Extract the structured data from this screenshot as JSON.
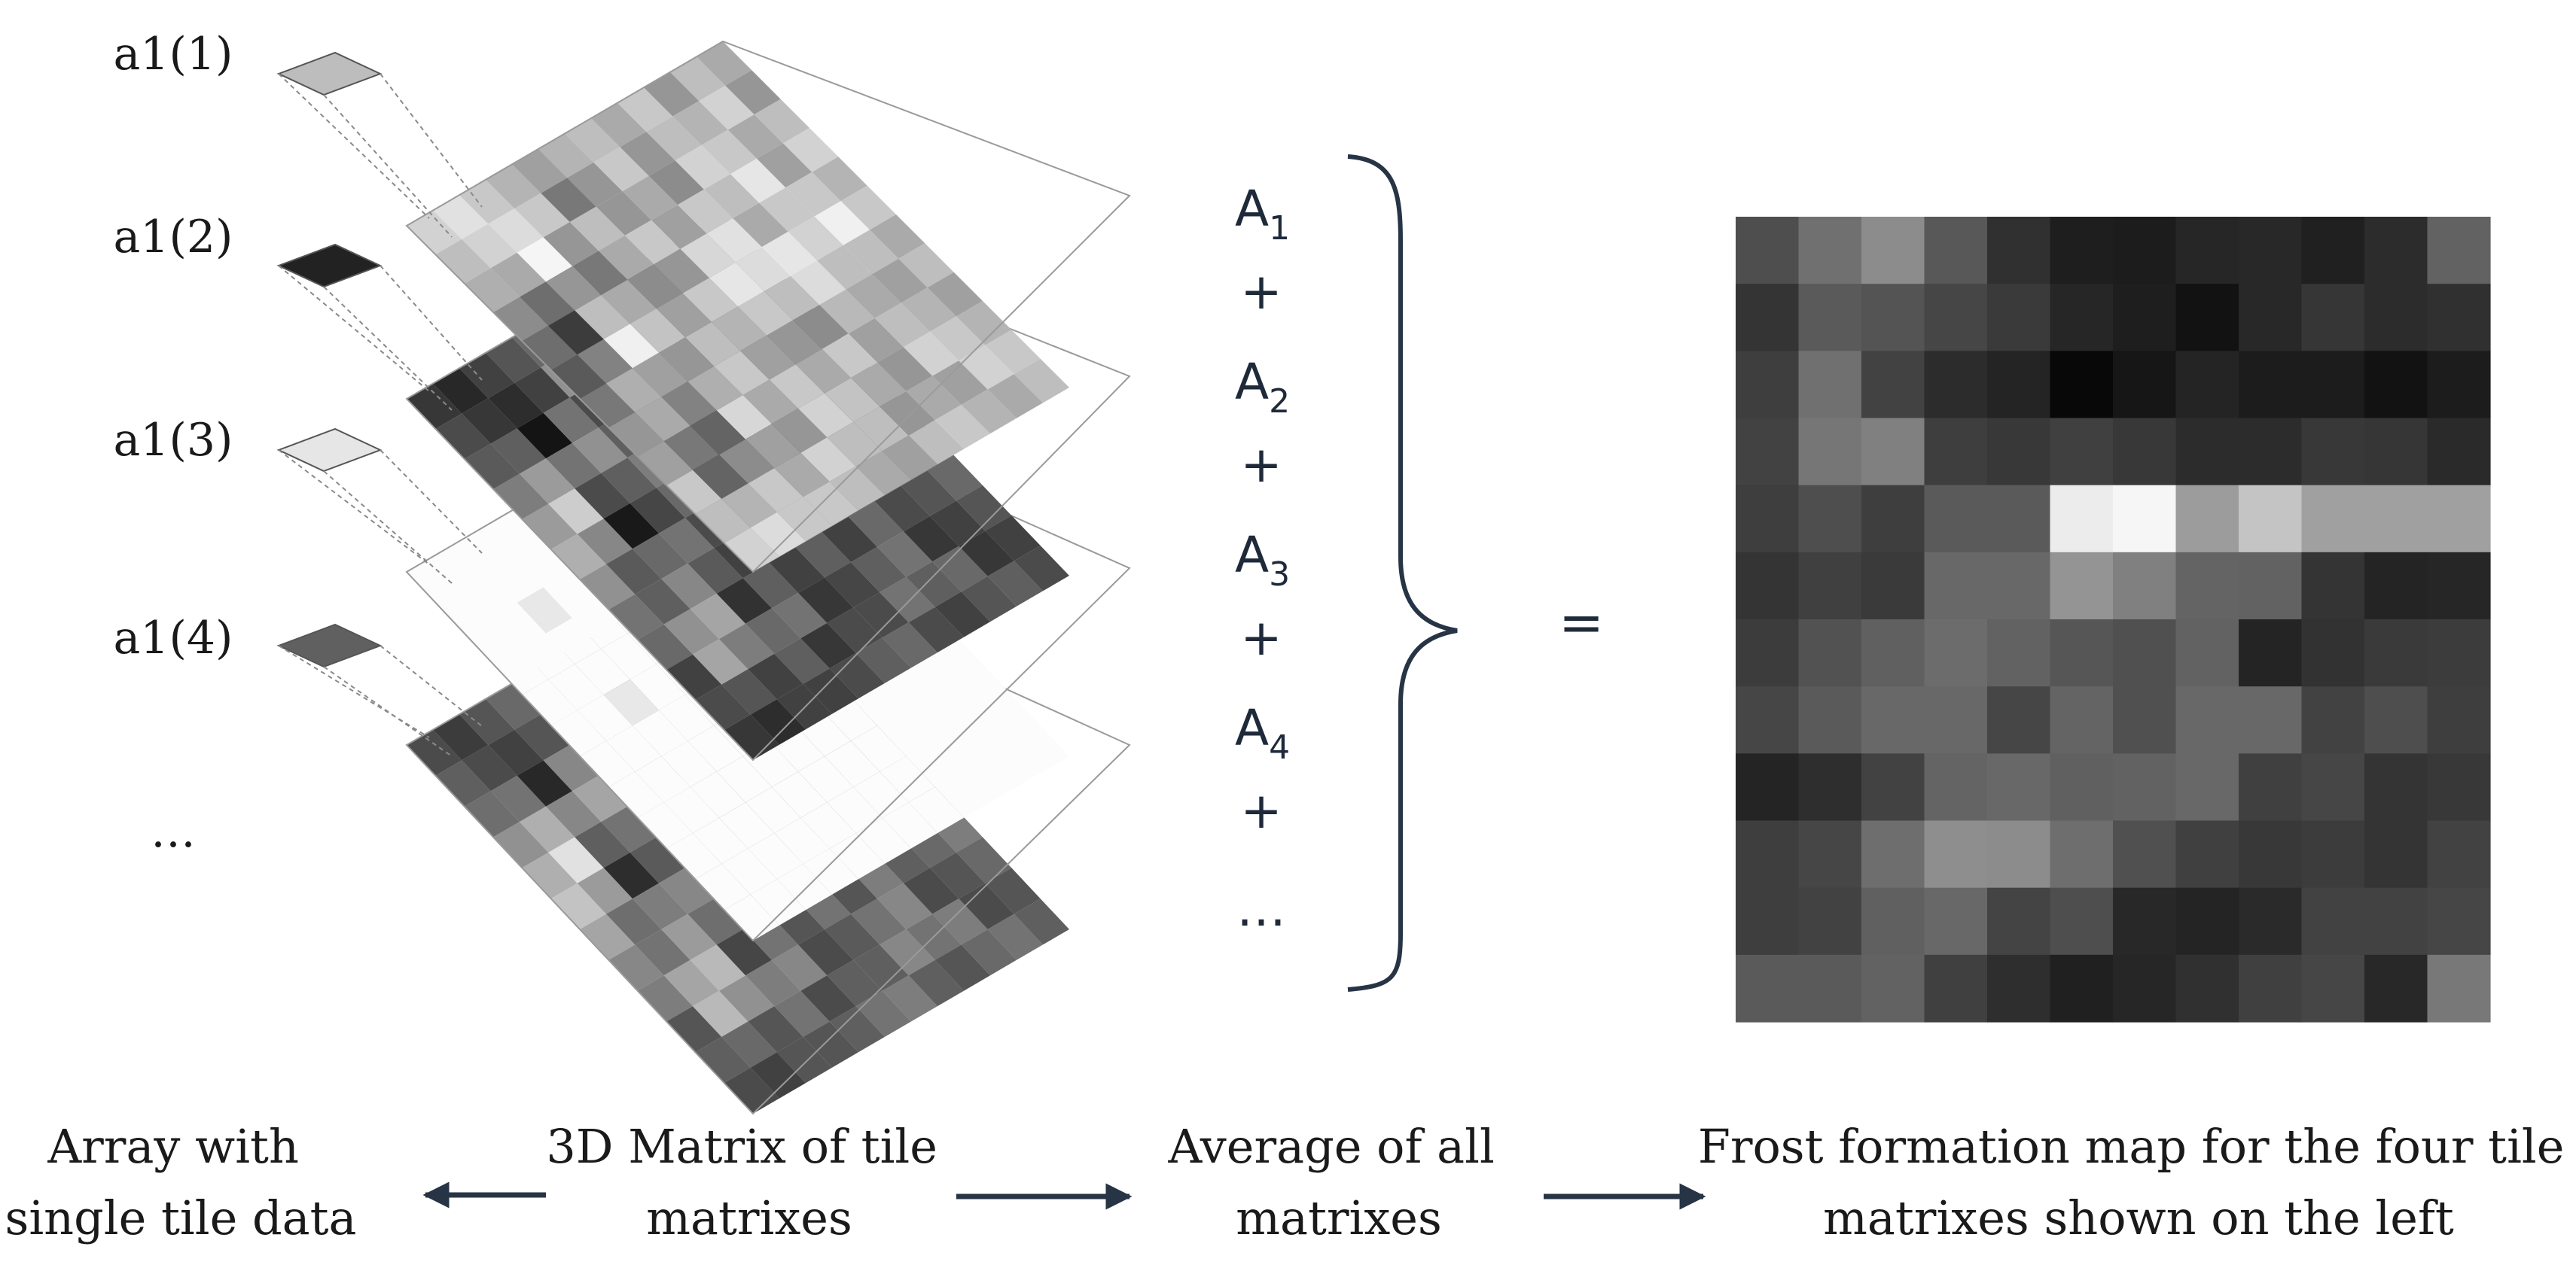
{
  "diagram": {
    "tile_labels": [
      "a1(1)",
      "a1(2)",
      "a1(3)",
      "a1(4)",
      "…"
    ],
    "sum_terms": [
      {
        "base": "A",
        "sub": "1"
      },
      {
        "base": "A",
        "sub": "2"
      },
      {
        "base": "A",
        "sub": "3"
      },
      {
        "base": "A",
        "sub": "4"
      }
    ],
    "plus_sign": "+",
    "sum_ellipsis": "…",
    "equals_sign": "=",
    "captions": {
      "array": [
        "Array with",
        "single tile data"
      ],
      "matrix3d": [
        "3D Matrix of tile",
        "matrixes"
      ],
      "average": [
        "Average of all",
        "matrixes"
      ],
      "frost_map": [
        "Frost formation map for the four tile",
        "matrixes shown on the left"
      ]
    },
    "arrow_color": "#263445",
    "layer_grid": [
      [
        210,
        190,
        175,
        140,
        110,
        90,
        120,
        150,
        160,
        200,
        190,
        210
      ],
      [
        225,
        210,
        170,
        110,
        60,
        130,
        175,
        170,
        120,
        100,
        180,
        220
      ],
      [
        200,
        220,
        245,
        150,
        190,
        240,
        160,
        130,
        100,
        140,
        200,
        200
      ],
      [
        180,
        200,
        150,
        120,
        170,
        195,
        150,
        175,
        215,
        160,
        170,
        200
      ],
      [
        160,
        120,
        190,
        170,
        140,
        160,
        190,
        200,
        170,
        150,
        210,
        190
      ],
      [
        180,
        150,
        150,
        200,
        150,
        200,
        180,
        160,
        200,
        210,
        190,
        170
      ],
      [
        190,
        200,
        170,
        160,
        215,
        230,
        200,
        150,
        170,
        195,
        190,
        160
      ],
      [
        170,
        150,
        140,
        200,
        225,
        220,
        190,
        140,
        200,
        170,
        150,
        190
      ],
      [
        200,
        190,
        210,
        190,
        170,
        230,
        220,
        185,
        160,
        150,
        170,
        200
      ],
      [
        150,
        180,
        200,
        230,
        200,
        210,
        190,
        170,
        190,
        210,
        160,
        180
      ],
      [
        190,
        210,
        170,
        160,
        200,
        240,
        190,
        160,
        180,
        200,
        210,
        170
      ],
      [
        170,
        150,
        190,
        210,
        180,
        200,
        170,
        190,
        160,
        180,
        200,
        190
      ]
    ],
    "frost_map_grid": [
      [
        78,
        112,
        140,
        88,
        48,
        30,
        28,
        38,
        40,
        32,
        44,
        98
      ],
      [
        52,
        90,
        84,
        70,
        58,
        38,
        30,
        18,
        40,
        54,
        44,
        48
      ],
      [
        62,
        112,
        66,
        44,
        36,
        8,
        22,
        36,
        28,
        28,
        18,
        28
      ],
      [
        66,
        118,
        128,
        62,
        56,
        64,
        56,
        44,
        44,
        56,
        54,
        42
      ],
      [
        62,
        78,
        62,
        90,
        90,
        236,
        246,
        156,
        196,
        160,
        160,
        160
      ],
      [
        52,
        64,
        58,
        104,
        104,
        148,
        128,
        100,
        98,
        52,
        36,
        38
      ],
      [
        60,
        82,
        96,
        108,
        98,
        86,
        80,
        98,
        36,
        50,
        58,
        60
      ],
      [
        70,
        90,
        104,
        104,
        70,
        100,
        80,
        104,
        104,
        66,
        78,
        62
      ],
      [
        36,
        46,
        66,
        100,
        104,
        96,
        98,
        104,
        64,
        70,
        52,
        56
      ],
      [
        62,
        70,
        110,
        142,
        140,
        110,
        80,
        64,
        56,
        60,
        52,
        66
      ],
      [
        62,
        66,
        96,
        104,
        68,
        78,
        40,
        36,
        42,
        66,
        66,
        70
      ],
      [
        90,
        90,
        98,
        64,
        46,
        32,
        38,
        48,
        64,
        70,
        40,
        120
      ]
    ]
  }
}
